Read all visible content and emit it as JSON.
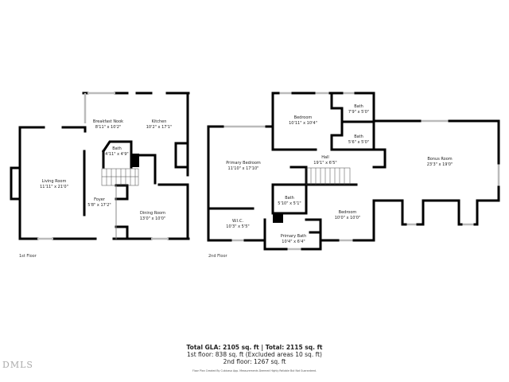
{
  "first_floor": {
    "label": "1st Floor",
    "rooms": [
      {
        "name": "Living Room",
        "dims": "11'11\" x 21'0\""
      },
      {
        "name": "Breakfast Nook",
        "dims": "8'11\" x 10'2\""
      },
      {
        "name": "Kitchen",
        "dims": "10'2\" x 17'1\""
      },
      {
        "name": "Bath",
        "dims": "4'11\" x 4'9\""
      },
      {
        "name": "Foyer",
        "dims": "5'8\" x 17'2\""
      },
      {
        "name": "Dining Room",
        "dims": "13'0\" x 10'0\""
      }
    ]
  },
  "second_floor": {
    "label": "2nd Floor",
    "rooms": [
      {
        "name": "Bedroom",
        "dims": "10'11\" x 10'4\""
      },
      {
        "name": "Bath",
        "dims": "7'9\" x 5'0\""
      },
      {
        "name": "Bath",
        "dims": "5'6\" x 5'0\""
      },
      {
        "name": "Primary Bedroom",
        "dims": "11'10\" x 17'10\""
      },
      {
        "name": "Hall",
        "dims": "19'1\" x 6'5\""
      },
      {
        "name": "Bonus Room",
        "dims": "23'3\" x 19'0\""
      },
      {
        "name": "Bath",
        "dims": "5'10\" x 5'1\""
      },
      {
        "name": "Bedroom",
        "dims": "10'0\" x 10'0\""
      },
      {
        "name": "W.I.C.",
        "dims": "10'3\" x 5'5\""
      },
      {
        "name": "Primary Bath",
        "dims": "10'4\" x 6'4\""
      }
    ]
  },
  "totals": {
    "headline": "Total GLA: 2105 sq. ft | Total: 2115 sq. ft",
    "first": "1st floor: 838 sq. ft (Excluded areas 10 sq. ft)",
    "second": "2nd floor: 1267 sq. ft",
    "credit": "Floor Plan Created By Cubicasa App. Measurements Deemed Highly Reliable But Not Guaranteed."
  },
  "watermark": "DMLS",
  "colors": {
    "wall": "#000000",
    "window": "#cccccc"
  }
}
